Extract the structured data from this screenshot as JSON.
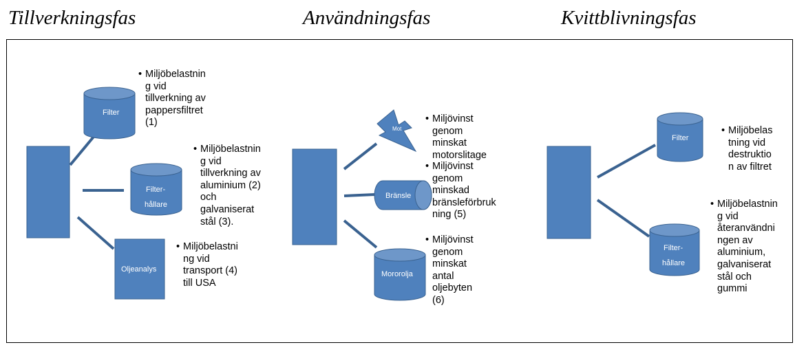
{
  "headings": {
    "phase1": "Tillverkningsfas",
    "phase2": "Användningsfas",
    "phase3": "Kvittblivningsfas"
  },
  "colors": {
    "shape_fill": "#4f81bd",
    "connector": "#3a6290",
    "frame": "#000000"
  },
  "shapes": {
    "filter1": "Filter",
    "filterhallare1_line1": "Filter-",
    "filterhallare1_line2": "hållare",
    "oljeanalys": "Oljeanalys",
    "lightning": "Mot",
    "bransle": "Bränsle",
    "mororolja": "Mororolja",
    "filter3": "Filter",
    "filterhallare3_line1": "Filter-",
    "filterhallare3_line2": "hållare"
  },
  "notes": {
    "n1": [
      "Miljöbelastnin",
      "g vid",
      "tillverkning av",
      "pappersfiltret",
      "(1)"
    ],
    "n2": [
      "Miljöbelastnin",
      "g vid",
      "tillverkning av",
      "aluminium (2)",
      "och",
      "galvaniserat",
      "stål (3)."
    ],
    "n3": [
      "Miljöbelastni",
      "ng vid",
      "transport (4)",
      "till USA"
    ],
    "n4": [
      "Miljövinst",
      "genom",
      "minskat",
      "motorslitage"
    ],
    "n5": [
      "Miljövinst",
      "genom",
      "minskad",
      "bränsleförbruk",
      "ning (5)"
    ],
    "n6": [
      "Miljövinst",
      "genom",
      "minskat",
      "antal",
      "oljebyten",
      "(6)"
    ],
    "n7": [
      "Miljöbelas",
      "tning vid",
      "destruktio",
      "n av filtret"
    ],
    "n8": [
      "Miljöbelastnin",
      "g vid",
      "återanvändni",
      "ngen av",
      "aluminium,",
      "galvaniserat",
      "stål och",
      "gummi"
    ]
  }
}
